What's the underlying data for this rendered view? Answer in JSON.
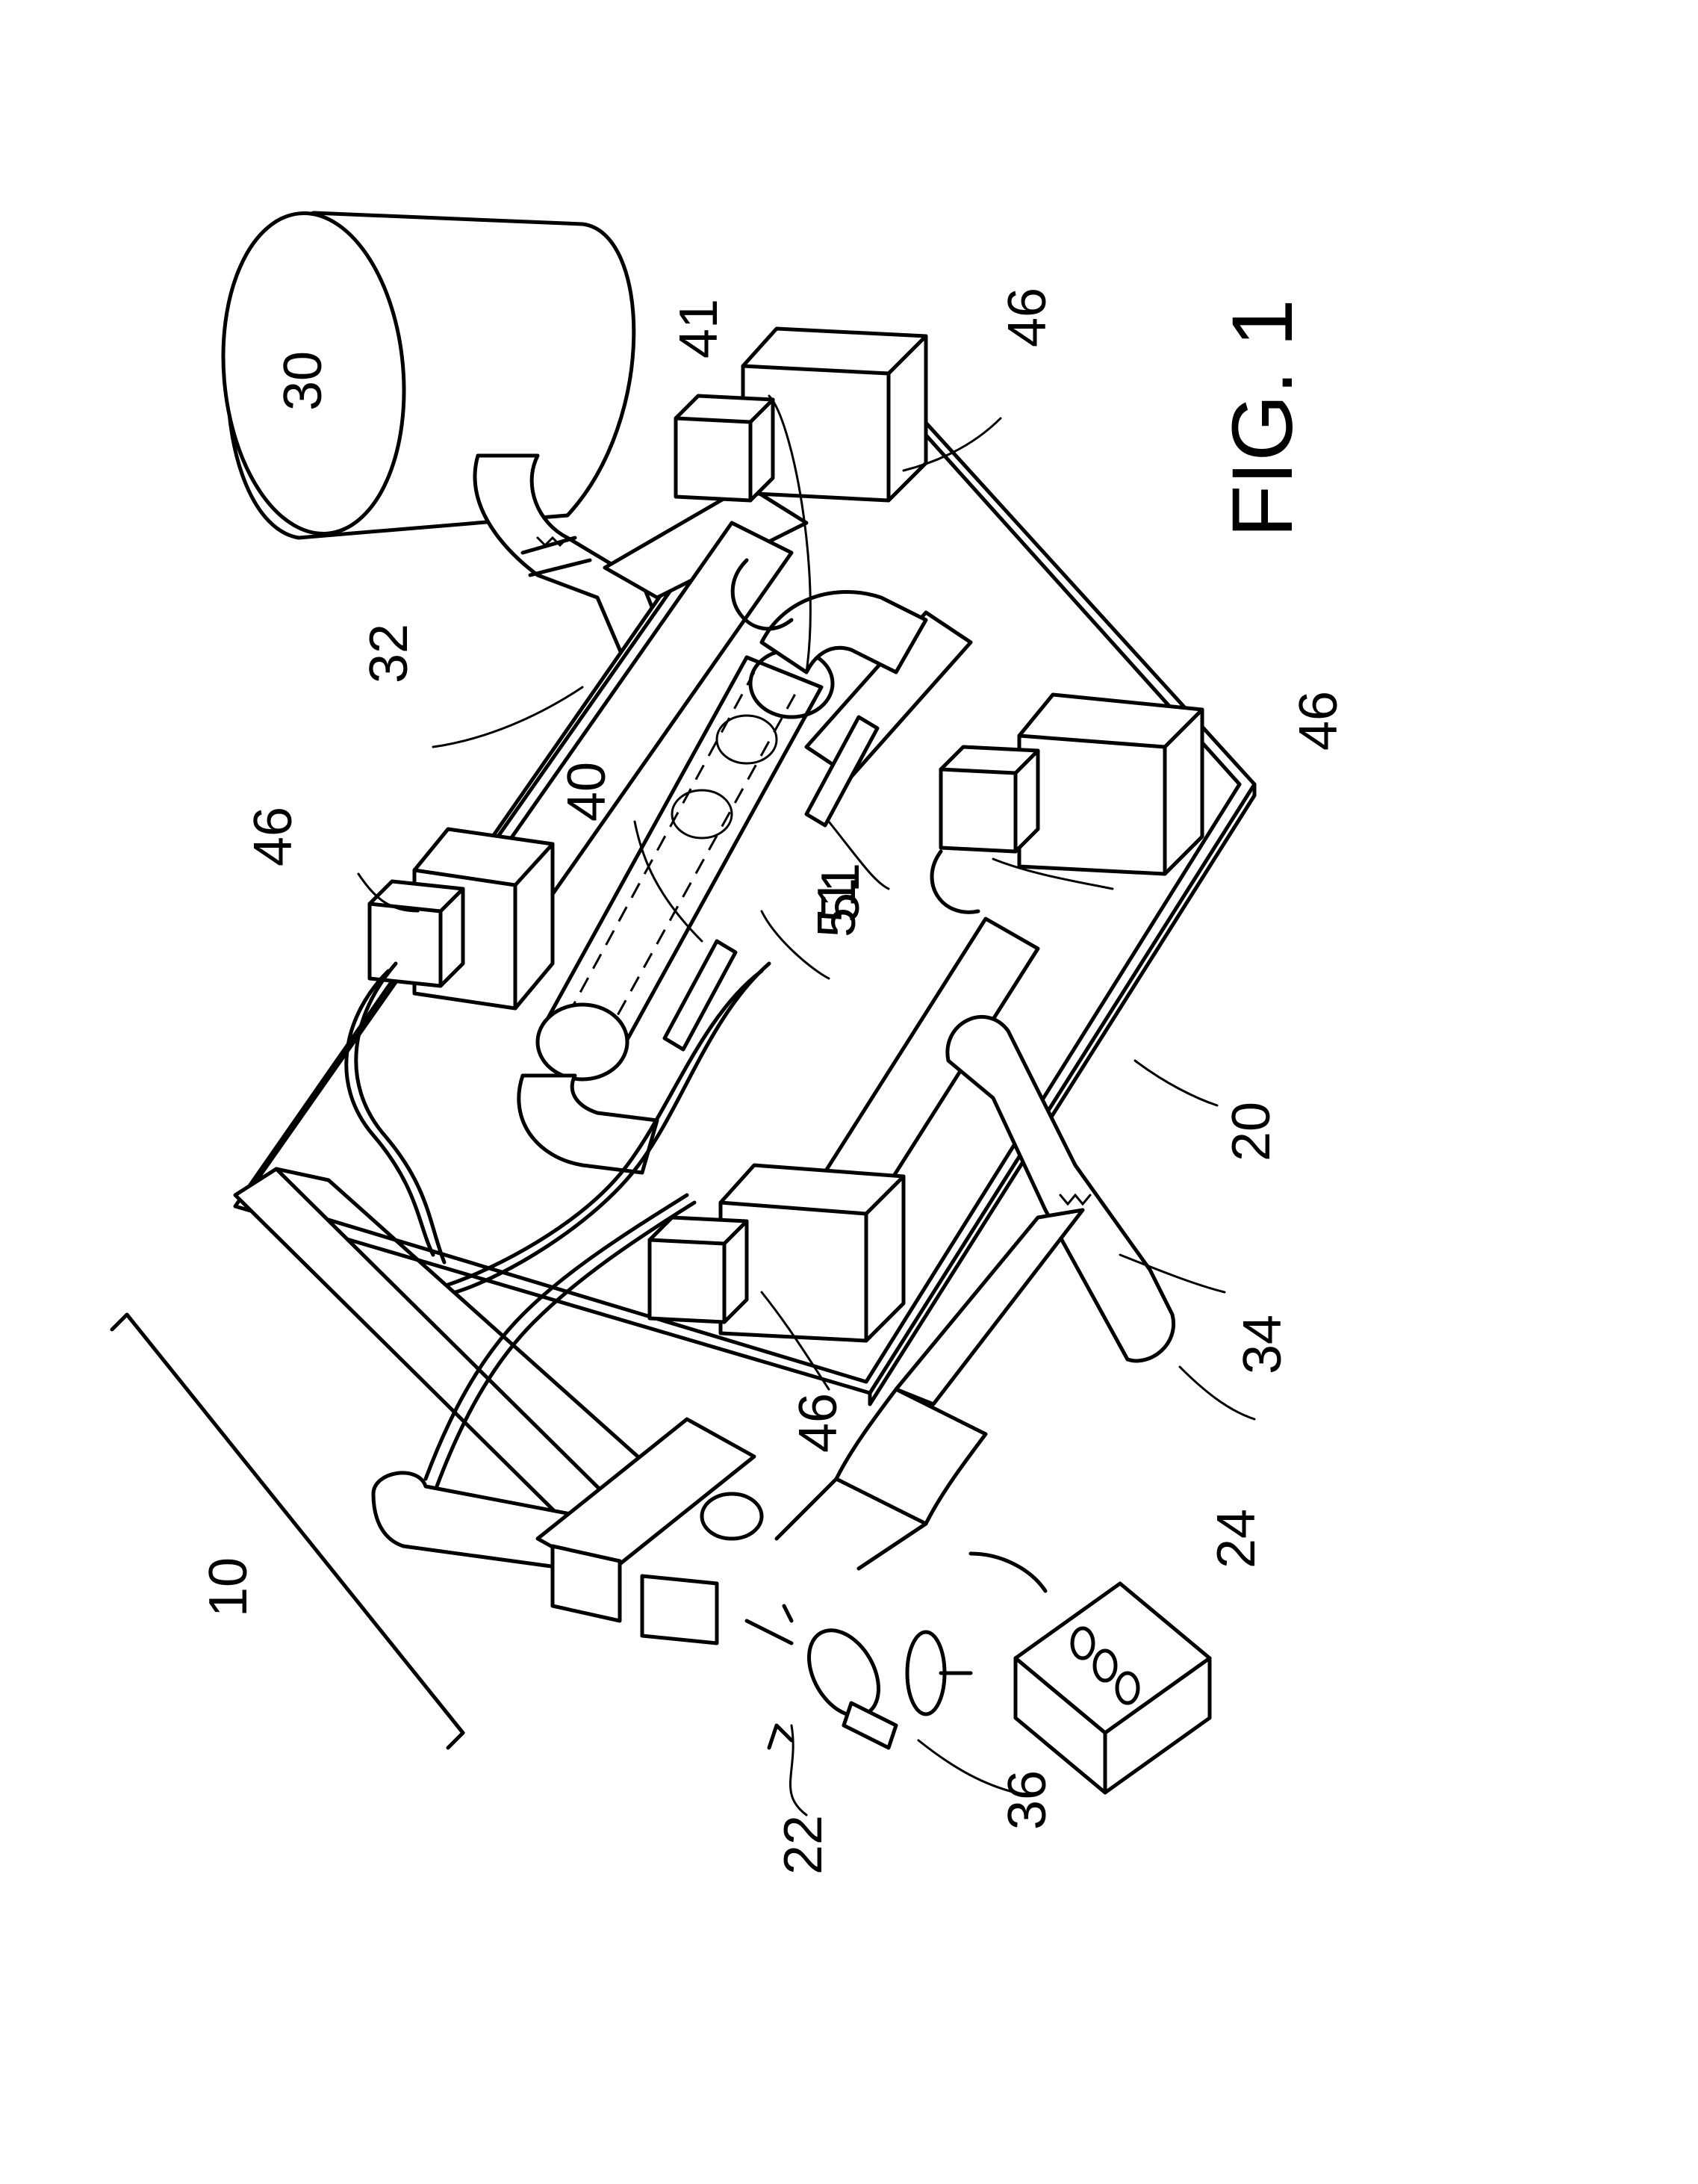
{
  "figure": {
    "caption": "FIG. 1",
    "labels": {
      "assembly": "10",
      "base": "20",
      "operator_station": "22",
      "control_box": "24",
      "tank": "30",
      "upper_hose": "32",
      "lower_hose": "34",
      "foot_control": "36",
      "sight_tube": "40",
      "sight_tube_end": "41",
      "mount_upper_left": "46",
      "mount_upper_right": "46",
      "mount_lower_right": "46",
      "mount_lower_left": "46",
      "sensor_upper": "51",
      "sensor_lower": "51"
    }
  }
}
